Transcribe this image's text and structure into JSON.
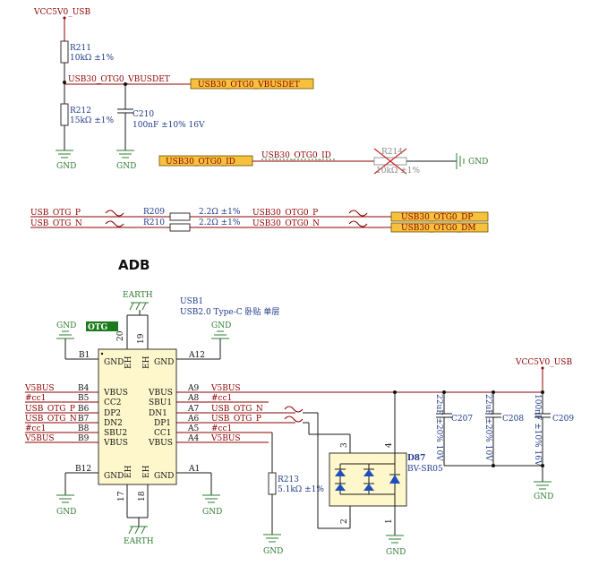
{
  "nets": {
    "vcc_top": "VCC5V0_USB",
    "vbusdet_net": "USB30_OTG0_VBUSDET",
    "vbusdet_label": "USB30_OTG0_VBUSDET",
    "id_label": "USB30_OTG0_ID",
    "id_net": "USB30_OTG0_ID",
    "usb_otg_p": "USB_OTG_P",
    "usb_otg_n": "USB_OTG_N",
    "otg0_p_net": "USB30_OTG0_P",
    "otg0_n_net": "USB30_OTG0_N",
    "dp_label": "USB30_OTG0_DP",
    "dm_label": "USB30_OTG0_DM",
    "gnd": "GND",
    "earth": "EARTH",
    "vcc_right": "VCC5V0_USB"
  },
  "resistors": {
    "r211": {
      "ref": "R211",
      "value": "10kΩ ±1%"
    },
    "r212": {
      "ref": "R212",
      "value": "15kΩ ±1%"
    },
    "r214": {
      "ref": "R214",
      "value": "10kΩ ±1%"
    },
    "r209": {
      "ref": "R209",
      "value": "2.2Ω ±1%"
    },
    "r210": {
      "ref": "R210",
      "value": "2.2Ω ±1%"
    },
    "r213": {
      "ref": "R213",
      "value": "5.1kΩ ±1%"
    }
  },
  "capacitors": {
    "c210": {
      "ref": "C210",
      "value": "100nF ±10% 16V"
    },
    "c207": {
      "ref": "C207",
      "value": "22uF ±20% 10V"
    },
    "c208": {
      "ref": "C208",
      "value": "22uF ±20% 10V"
    },
    "c209": {
      "ref": "C209",
      "value": "100nF ±10% 16V"
    }
  },
  "section_title": "ADB",
  "connector": {
    "ref": "USB1",
    "desc": "USB2.0 Type-C 卧贴 单层",
    "otg_tag": "OTG",
    "left_pins": [
      {
        "num": "B1",
        "name": "GND",
        "net": ""
      },
      {
        "num": "B4",
        "name": "VBUS",
        "net": "V5BUS"
      },
      {
        "num": "B5",
        "name": "CC2",
        "net": "#cc1"
      },
      {
        "num": "B6",
        "name": "DP2",
        "net": "USB_OTG_P"
      },
      {
        "num": "B7",
        "name": "DN2",
        "net": "USB_OTG_N"
      },
      {
        "num": "B8",
        "name": "SBU2",
        "net": "#cc1"
      },
      {
        "num": "B9",
        "name": "VBUS",
        "net": "V5BUS"
      },
      {
        "num": "B12",
        "name": "GND",
        "net": ""
      }
    ],
    "right_pins": [
      {
        "num": "A12",
        "name": "GND",
        "net": ""
      },
      {
        "num": "A9",
        "name": "VBUS",
        "net": "V5BUS"
      },
      {
        "num": "A8",
        "name": "SBU1",
        "net": "#cc1"
      },
      {
        "num": "A7",
        "name": "DN1",
        "net": "USB_OTG_N"
      },
      {
        "num": "A6",
        "name": "DP1",
        "net": "USB_OTG_P"
      },
      {
        "num": "A5",
        "name": "CC1",
        "net": "#cc1"
      },
      {
        "num": "A4",
        "name": "VBUS",
        "net": "V5BUS"
      },
      {
        "num": "A1",
        "name": "GND",
        "net": ""
      }
    ],
    "eh": "EH",
    "top_pins": [
      "20",
      "19"
    ],
    "bottom_pins": [
      "17",
      "18"
    ]
  },
  "tvs": {
    "ref": "D87",
    "part": "BV-SR05",
    "pins": [
      "3",
      "4",
      "2",
      "1"
    ]
  }
}
